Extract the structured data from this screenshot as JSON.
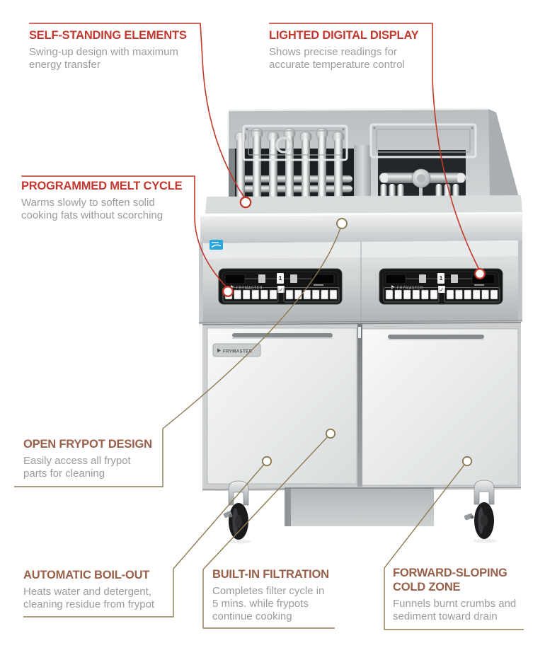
{
  "colors": {
    "callout_red_heading": "#c3392f",
    "callout_brown_heading": "#985f49",
    "leader_line_red": "#c0392b",
    "leader_line_olive": "#8d7a52",
    "description_gray": "#9b9b9b",
    "energy_star_blue": "#2aa6de",
    "panel_black": "#141516"
  },
  "callouts": [
    {
      "title": "SELF-STANDING ELEMENTS",
      "description": "Swing-up design with maximum\nenergy transfer",
      "theme": "red"
    },
    {
      "title": "LIGHTED DIGITAL DISPLAY",
      "description": "Shows precise readings for\naccurate temperature control",
      "theme": "red"
    },
    {
      "title": "PROGRAMMED MELT CYCLE",
      "description": "Warms slowly to soften solid\ncooking fats without scorching",
      "theme": "red"
    },
    {
      "title": "OPEN FRYPOT DESIGN",
      "description": "Easily access all frypot\nparts for cleaning",
      "theme": "brown"
    },
    {
      "title": "AUTOMATIC BOIL-OUT",
      "description": "Heats water and detergent,\ncleaning residue from frypot",
      "theme": "brown"
    },
    {
      "title": "BUILT-IN FILTRATION",
      "description": "Completes filter cycle in\n5 mins. while frypots\ncontinue cooking",
      "theme": "brown"
    },
    {
      "title": "FORWARD-SLOPING\nCOLD ZONE",
      "description": "Funnels burnt crumbs and\nsediment toward drain",
      "theme": "brown"
    }
  ],
  "equipment": {
    "brand": "FRYMASTER",
    "panel_key_1": "1",
    "panel_key_check": "✓"
  }
}
